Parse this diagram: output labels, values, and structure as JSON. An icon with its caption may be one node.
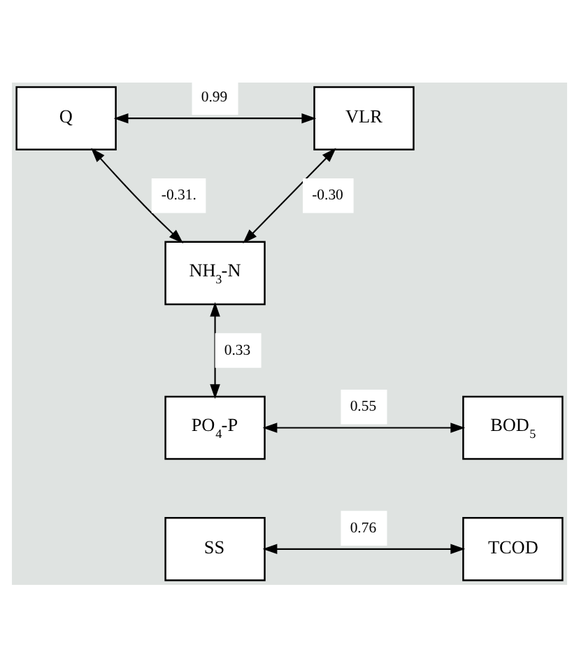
{
  "diagram": {
    "nodes": [
      {
        "text": [
          "Q"
        ]
      },
      {
        "text": [
          "VLR"
        ]
      },
      {
        "text": [
          "NH$_{3}$-N"
        ]
      },
      {
        "text": [
          "PO$_{4}$-P"
        ]
      },
      {
        "text": [
          "BOD$_{5}$"
        ]
      },
      {
        "text": [
          "SS"
        ]
      },
      {
        "text": [
          "TCOD"
        ]
      }
    ],
    "edges": [
      {
        "from": 0,
        "to": 1,
        "arrow": "both",
        "label": "0.99"
      },
      {
        "from": 0,
        "to": 2,
        "arrow": "both",
        "label": "-0.31."
      },
      {
        "from": 1,
        "to": 2,
        "arrow": "both",
        "label": "-0.30"
      },
      {
        "from": 2,
        "to": 3,
        "arrow": "both",
        "label": "0.33"
      },
      {
        "from": 3,
        "to": 4,
        "arrow": "both",
        "label": "0.55"
      },
      {
        "from": 5,
        "to": 6,
        "arrow": "both",
        "label": "0.76"
      }
    ]
  }
}
